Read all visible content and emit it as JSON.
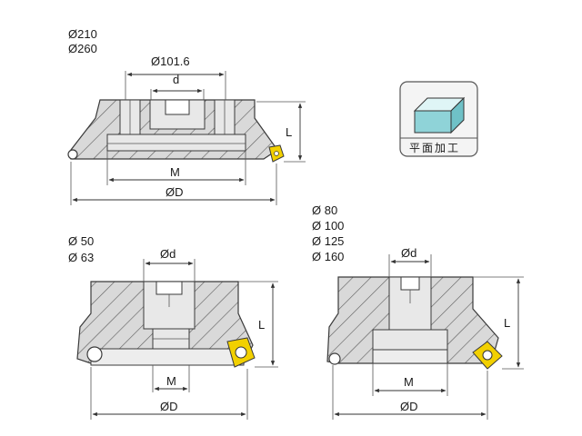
{
  "top_cutter": {
    "diameters": [
      "Ø210",
      "Ø260"
    ],
    "bore_label": "Ø101.6",
    "key_label": "d",
    "height_label": "L",
    "m_label": "M",
    "od_label": "ØD"
  },
  "icon_box": {
    "caption": "平面加工",
    "icon": "face-milling-block-icon",
    "block_color": "#8fd3d8"
  },
  "bottom_left_cutter": {
    "diameters": [
      "Ø 50",
      "Ø 63"
    ],
    "bore_label": "Ød",
    "height_label": "L",
    "m_label": "M",
    "od_label": "ØD"
  },
  "bottom_right_cutter": {
    "diameters": [
      "Ø 80",
      "Ø 100",
      "Ø 125",
      "Ø 160"
    ],
    "bore_label": "Ød",
    "height_label": "L",
    "m_label": "M",
    "od_label": "ØD"
  },
  "colors": {
    "insert": "#f2d000",
    "body_fill": "#d9d9d9",
    "hatch": "#5a5a5a"
  }
}
